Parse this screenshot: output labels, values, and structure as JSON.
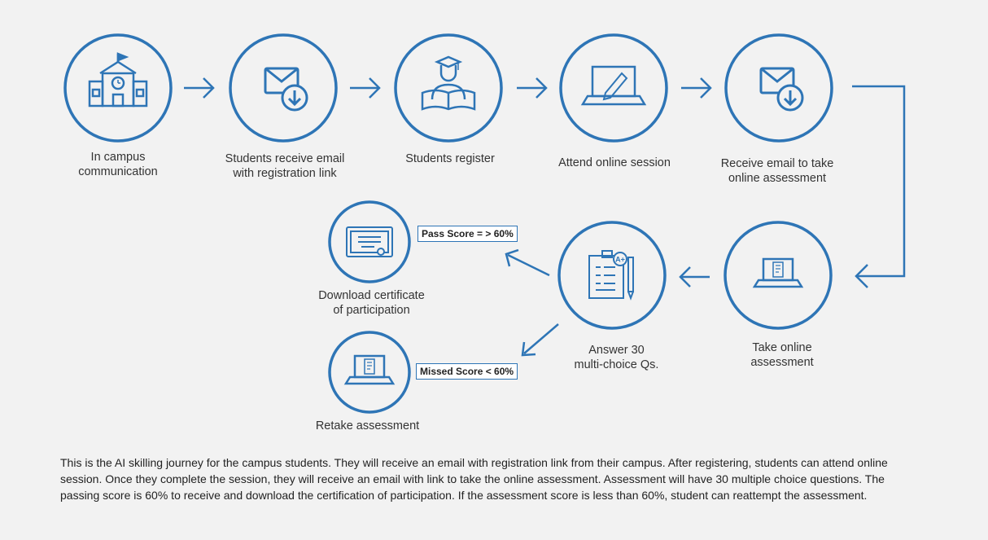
{
  "colors": {
    "accent": "#2e75b6",
    "background": "#f2f2f2",
    "text": "#333333"
  },
  "steps": [
    {
      "label_line1": "In campus",
      "label_line2": "communication",
      "icon": "school-building-icon"
    },
    {
      "label_line1": "Students receive email",
      "label_line2": "with registration link",
      "icon": "email-download-icon"
    },
    {
      "label_line1": "Students register",
      "label_line2": "",
      "icon": "graduate-student-icon"
    },
    {
      "label_line1": "Attend online session",
      "label_line2": "",
      "icon": "laptop-pen-icon"
    },
    {
      "label_line1": "Receive email to take",
      "label_line2": "online assessment",
      "icon": "email-download-icon"
    },
    {
      "label_line1": "Take online",
      "label_line2": "assessment",
      "icon": "laptop-document-icon"
    },
    {
      "label_line1": "Answer 30",
      "label_line2": "multi-choice Qs.",
      "icon": "clipboard-quiz-icon"
    },
    {
      "label_line1": "Download certificate",
      "label_line2": "of participation",
      "icon": "certificate-icon"
    },
    {
      "label_line1": "Retake assessment",
      "label_line2": "",
      "icon": "laptop-document-icon"
    }
  ],
  "pass_score": "Pass Score = > 60%",
  "missed_score": "Missed Score < 60%",
  "caption": "This is the AI skilling journey for the campus students. They will receive an email with registration link from their campus. After registering, students can attend online session. Once they complete the session, they will receive an email with link to take the online assessment. Assessment will have 30 multiple choice questions. The passing score is 60% to receive and download the certification of participation. If the assessment score is less than 60%, student can reattempt the assessment."
}
